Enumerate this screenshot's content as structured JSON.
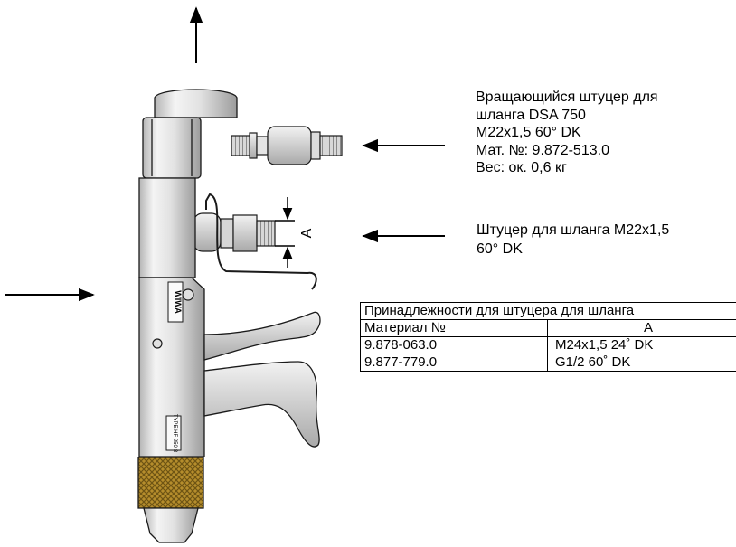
{
  "callouts": {
    "swivel": [
      "Вращающийся штуцер для",
      "шланга DSA 750",
      "M22x1,5 60° DK",
      "Мат. №: 9.872-513.0",
      "Вес: ок. 0,6 кг"
    ],
    "fitting": [
      "Штуцер для шланга M22x1,5",
      "60° DK"
    ]
  },
  "dimension_label": "A",
  "gun_labels": {
    "brand": "WIWA",
    "type_plate": "TYPE HF 250-8"
  },
  "table": {
    "title": "Принадлежности для штуцера для шланга",
    "headers": [
      "Материал №",
      "A"
    ],
    "rows": [
      [
        "9.878-063.0",
        "M24x1,5 24˚ DK"
      ],
      [
        "9.877-779.0",
        "G1/2 60˚ DK"
      ]
    ]
  },
  "colors": {
    "metal_light": "#ececec",
    "metal_mid": "#c9c9c9",
    "metal_dark": "#8a8a8a",
    "outline": "#1a1a1a",
    "knurl_gold": "#b58d2c",
    "knurl_dark": "#6e5414"
  }
}
